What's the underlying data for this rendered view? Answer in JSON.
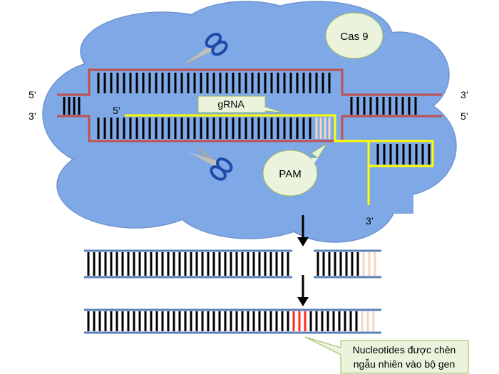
{
  "labels": {
    "cas9": "Cas 9",
    "grna": "gRNA",
    "pam": "PAM",
    "top_left_5": "5’",
    "top_left_3": "3’",
    "top_right_3": "3’",
    "top_right_5": "5’",
    "grna_5": "5’",
    "grna_3": "3’",
    "note_line1": "Nucleotides được chèn",
    "note_line2": "ngẫu nhiên vào bộ gen"
  },
  "colors": {
    "cloud": "#7fa9e6",
    "cloud_stroke": "#6f94cf",
    "dna_outline": "#c0504d",
    "strand_blue": "#5b80b8",
    "rung": "#000000",
    "pam_rung": "#f3d6c2",
    "inserted_rung": "#ff2a1a",
    "grna": "#ffff00",
    "callout_fill": "#ebf3dd",
    "callout_stroke": "#9bbb59",
    "scissors_blade": "#a6a6a6",
    "scissors_handle": "#1f4aa8"
  },
  "icons": [
    "scissors-icon",
    "scissors-icon",
    "down-arrow-icon",
    "down-arrow-icon"
  ]
}
